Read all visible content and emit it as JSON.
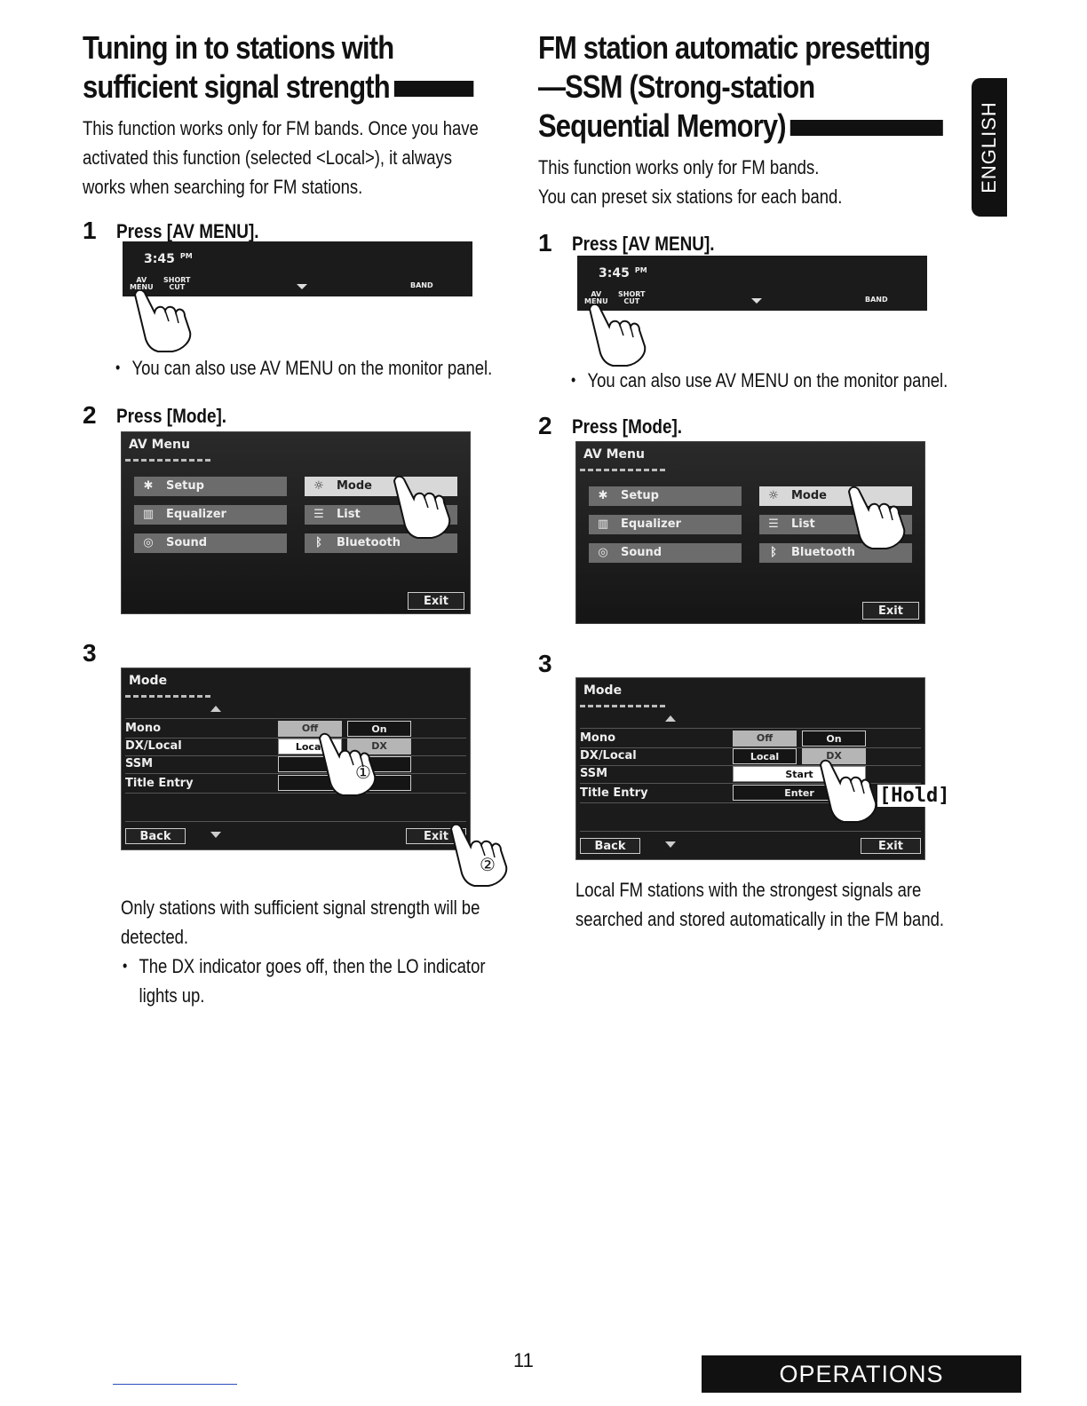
{
  "side_tab": "ENGLISH",
  "left": {
    "heading_line1": "Tuning in to stations with",
    "heading_line2": "sufficient signal strength",
    "intro_line1": "This function works only for FM bands. Once you have",
    "intro_line2": "activated this function (selected <Local>), it always",
    "intro_line3": "works when searching for FM stations.",
    "step1_num": "1",
    "step1_text": "Press [AV MENU].",
    "bullet1": "You can also use AV MENU on the monitor panel.",
    "step2_num": "2",
    "step2_text": "Press [Mode].",
    "step3_num": "3",
    "result_line1": "Only stations with sufficient signal strength will be",
    "result_line2": "detected.",
    "bullet2_line1": "The DX indicator goes off, then the LO indicator",
    "bullet2_line2": "lights up."
  },
  "right": {
    "heading_line1": "FM station automatic presetting",
    "heading_line2": "—SSM (Strong-station",
    "heading_line3": "Sequential Memory)",
    "intro_line1": "This function works only for FM bands.",
    "intro_line2": "You can preset six stations for each band.",
    "step1_num": "1",
    "step1_text": "Press [AV MENU].",
    "bullet1": "You can also use AV MENU on the monitor panel.",
    "step2_num": "2",
    "step2_text": "Press [Mode].",
    "step3_num": "3",
    "hold_label": "[Hold]",
    "result_line1": "Local FM stations with the strongest signals are",
    "result_line2": "searched and stored automatically in the FM band."
  },
  "screen_topbar": {
    "time": "3:45",
    "pm": "PM",
    "av_menu": "AV\nMENU",
    "short_cut": "SHORT\nCUT",
    "band": "BAND"
  },
  "screen_avmenu": {
    "title": "AV Menu",
    "setup": "Setup",
    "mode": "Mode",
    "equalizer": "Equalizer",
    "list": "List",
    "sound": "Sound",
    "bluetooth": "Bluetooth",
    "exit": "Exit"
  },
  "screen_mode": {
    "title": "Mode",
    "mono": "Mono",
    "dx_local": "DX/Local",
    "ssm": "SSM",
    "title_entry": "Title Entry",
    "off": "Off",
    "on": "On",
    "local": "Local",
    "dx": "DX",
    "start": "Start",
    "enter": "Enter",
    "back": "Back",
    "exit": "Exit"
  },
  "callouts": {
    "c1": "①",
    "c2": "②"
  },
  "page_number": "11",
  "footer": "OPERATIONS"
}
